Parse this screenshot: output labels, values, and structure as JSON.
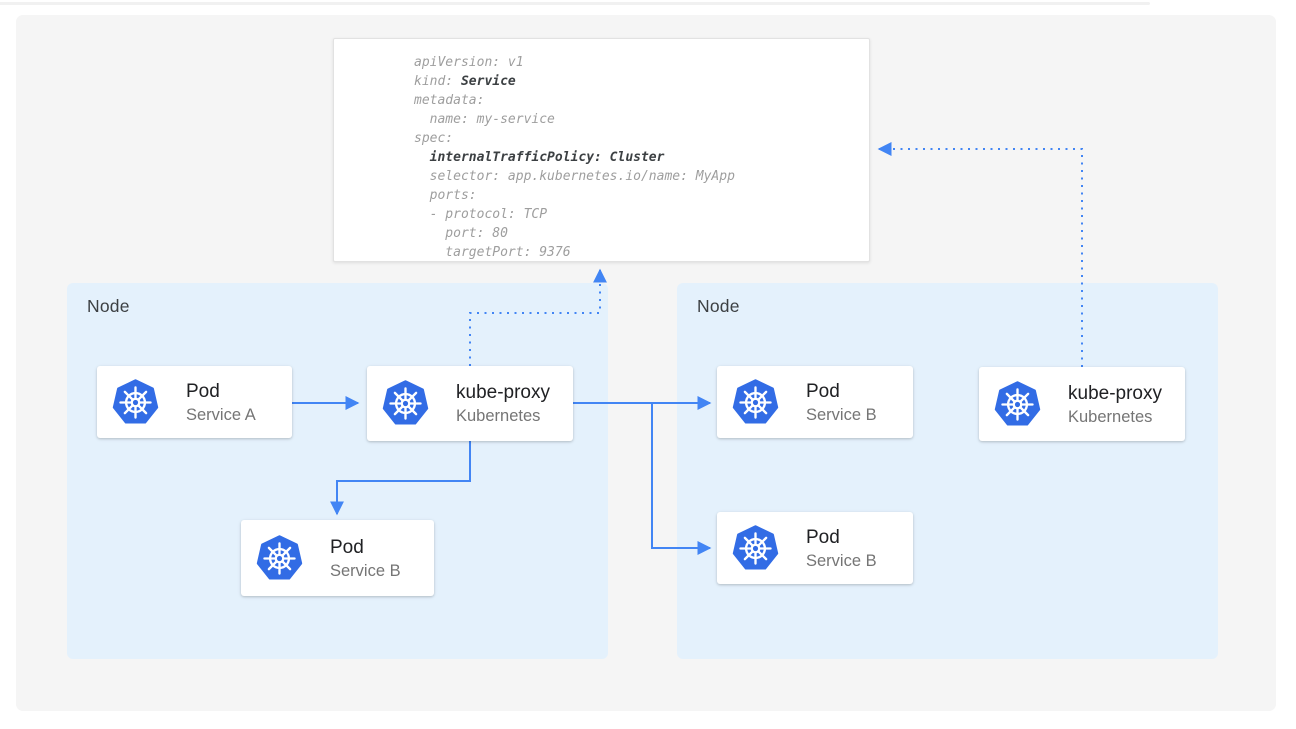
{
  "colors": {
    "arrow_blue": "#4285f4",
    "kubernetes_brand_blue": "#326ce5",
    "node_fill": "#e4f1fc",
    "panel_background": "#f5f5f5",
    "code_text": "#9e9e9e",
    "code_bold_text": "#3c4043",
    "card_title_text": "#202124",
    "card_subtitle_text": "#757575"
  },
  "yaml_card": {
    "lines": [
      {
        "segments": [
          {
            "text": "apiVersion: v1"
          }
        ]
      },
      {
        "segments": [
          {
            "text": "kind: "
          },
          {
            "text": "Service",
            "bold": true
          }
        ]
      },
      {
        "segments": [
          {
            "text": "metadata:"
          }
        ]
      },
      {
        "segments": [
          {
            "text": "  name: my-service"
          }
        ]
      },
      {
        "segments": [
          {
            "text": "spec:"
          }
        ]
      },
      {
        "segments": [
          {
            "text": "  "
          },
          {
            "text": "internalTrafficPolicy: Cluster",
            "bold": true
          }
        ]
      },
      {
        "segments": [
          {
            "text": "  selector: app.kubernetes.io/name: MyApp"
          }
        ]
      },
      {
        "segments": [
          {
            "text": "  ports:"
          }
        ]
      },
      {
        "segments": [
          {
            "text": "  - protocol: TCP"
          }
        ]
      },
      {
        "segments": [
          {
            "text": "    port: 80"
          }
        ]
      },
      {
        "segments": [
          {
            "text": "    targetPort: 9376"
          }
        ]
      }
    ]
  },
  "nodes": [
    {
      "label": "Node",
      "cards": [
        {
          "icon": "kubernetes-logo",
          "title": "Pod",
          "subtitle": "Service A"
        },
        {
          "icon": "kubernetes-logo",
          "title": "kube-proxy",
          "subtitle": "Kubernetes"
        },
        {
          "icon": "kubernetes-logo",
          "title": "Pod",
          "subtitle": "Service B"
        }
      ]
    },
    {
      "label": "Node",
      "cards": [
        {
          "icon": "kubernetes-logo",
          "title": "Pod",
          "subtitle": "Service B"
        },
        {
          "icon": "kubernetes-logo",
          "title": "Pod",
          "subtitle": "Service B"
        },
        {
          "icon": "kubernetes-logo",
          "title": "kube-proxy",
          "subtitle": "Kubernetes"
        }
      ]
    }
  ]
}
